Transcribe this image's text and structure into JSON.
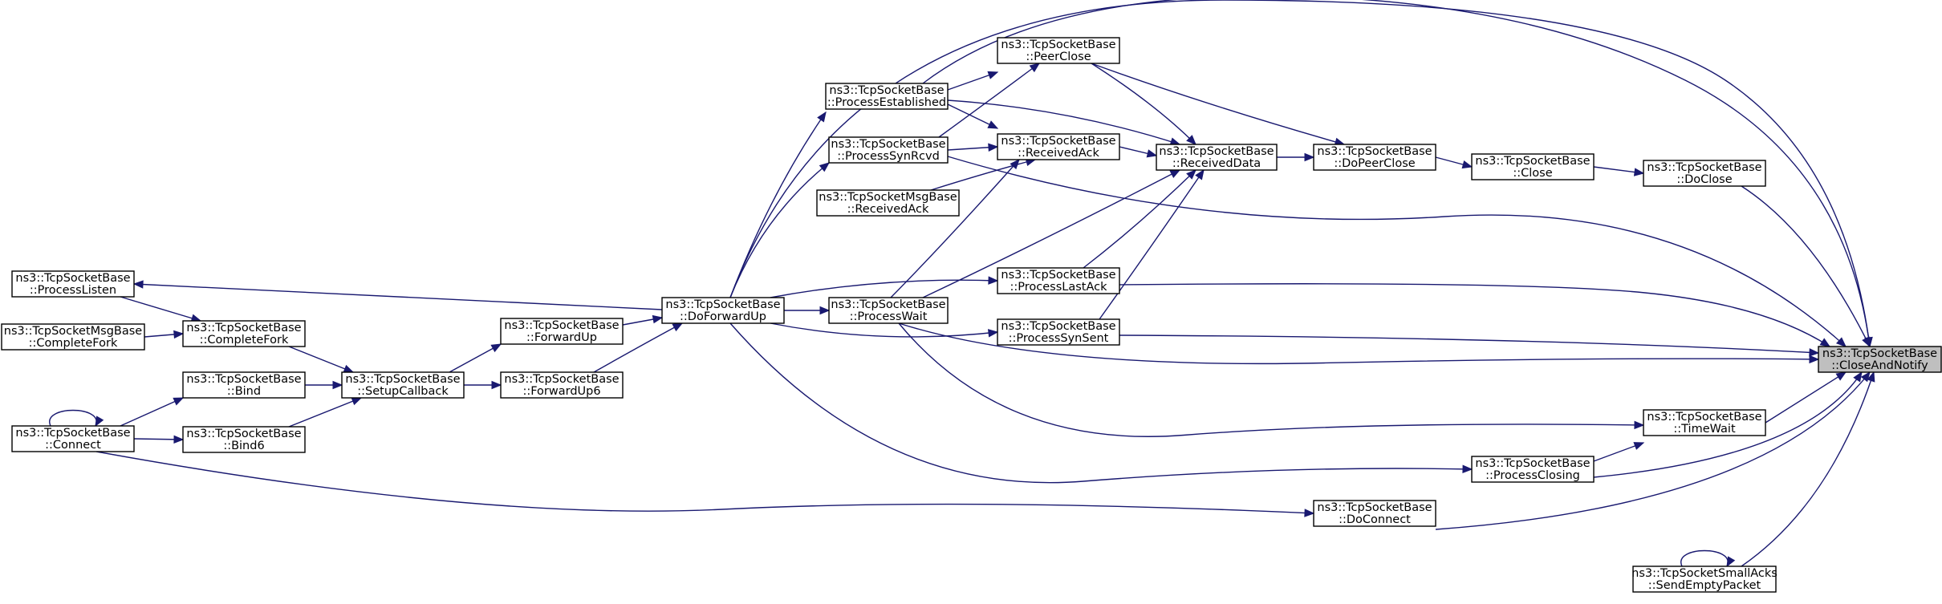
{
  "graph": {
    "nodes": [
      {
        "id": "CloseAndNotify",
        "line1": "ns3::TcpSocketBase",
        "line2": "::CloseAndNotify",
        "highlight": true
      },
      {
        "id": "DoClose",
        "line1": "ns3::TcpSocketBase",
        "line2": "::DoClose"
      },
      {
        "id": "Close",
        "line1": "ns3::TcpSocketBase",
        "line2": "::Close"
      },
      {
        "id": "DoPeerClose",
        "line1": "ns3::TcpSocketBase",
        "line2": "::DoPeerClose"
      },
      {
        "id": "ReceivedData",
        "line1": "ns3::TcpSocketBase",
        "line2": "::ReceivedData"
      },
      {
        "id": "PeerClose",
        "line1": "ns3::TcpSocketBase",
        "line2": "::PeerClose"
      },
      {
        "id": "ReceivedAck",
        "line1": "ns3::TcpSocketBase",
        "line2": "::ReceivedAck"
      },
      {
        "id": "ProcessEstablished",
        "line1": "ns3::TcpSocketBase",
        "line2": "::ProcessEstablished"
      },
      {
        "id": "ProcessSynRcvd",
        "line1": "ns3::TcpSocketBase",
        "line2": "::ProcessSynRcvd"
      },
      {
        "id": "MsgReceivedAck",
        "line1": "ns3::TcpSocketMsgBase",
        "line2": "::ReceivedAck"
      },
      {
        "id": "ProcessLastAck",
        "line1": "ns3::TcpSocketBase",
        "line2": "::ProcessLastAck"
      },
      {
        "id": "ProcessSynSent",
        "line1": "ns3::TcpSocketBase",
        "line2": "::ProcessSynSent"
      },
      {
        "id": "ProcessWait",
        "line1": "ns3::TcpSocketBase",
        "line2": "::ProcessWait"
      },
      {
        "id": "DoForwardUp",
        "line1": "ns3::TcpSocketBase",
        "line2": "::DoForwardUp"
      },
      {
        "id": "ForwardUp",
        "line1": "ns3::TcpSocketBase",
        "line2": "::ForwardUp"
      },
      {
        "id": "ForwardUp6",
        "line1": "ns3::TcpSocketBase",
        "line2": "::ForwardUp6"
      },
      {
        "id": "SetupCallback",
        "line1": "ns3::TcpSocketBase",
        "line2": "::SetupCallback"
      },
      {
        "id": "CompleteFork",
        "line1": "ns3::TcpSocketBase",
        "line2": "::CompleteFork"
      },
      {
        "id": "MsgCompleteFork",
        "line1": "ns3::TcpSocketMsgBase",
        "line2": "::CompleteFork"
      },
      {
        "id": "ProcessListen",
        "line1": "ns3::TcpSocketBase",
        "line2": "::ProcessListen"
      },
      {
        "id": "Bind",
        "line1": "ns3::TcpSocketBase",
        "line2": "::Bind"
      },
      {
        "id": "Bind6",
        "line1": "ns3::TcpSocketBase",
        "line2": "::Bind6"
      },
      {
        "id": "Connect",
        "line1": "ns3::TcpSocketBase",
        "line2": "::Connect"
      },
      {
        "id": "TimeWait",
        "line1": "ns3::TcpSocketBase",
        "line2": "::TimeWait"
      },
      {
        "id": "ProcessClosing",
        "line1": "ns3::TcpSocketBase",
        "line2": "::ProcessClosing"
      },
      {
        "id": "DoConnect",
        "line1": "ns3::TcpSocketBase",
        "line2": "::DoConnect"
      },
      {
        "id": "SendEmptyPacket",
        "line1": "ns3::TcpSocketSmallAcks",
        "line2": "::SendEmptyPacket"
      }
    ],
    "edges": [
      [
        "DoClose",
        "CloseAndNotify"
      ],
      [
        "Close",
        "DoClose"
      ],
      [
        "DoPeerClose",
        "Close"
      ],
      [
        "ReceivedData",
        "DoPeerClose"
      ],
      [
        "PeerClose",
        "DoPeerClose"
      ],
      [
        "ReceivedAck",
        "ReceivedData"
      ],
      [
        "ProcessEstablished",
        "ReceivedData"
      ],
      [
        "PeerClose",
        "ReceivedData"
      ],
      [
        "ProcessLastAck",
        "ReceivedData"
      ],
      [
        "ProcessSynSent",
        "ReceivedData"
      ],
      [
        "ProcessWait",
        "ReceivedData"
      ],
      [
        "ProcessEstablished",
        "PeerClose"
      ],
      [
        "ProcessSynRcvd",
        "PeerClose"
      ],
      [
        "ProcessEstablished",
        "ReceivedAck"
      ],
      [
        "ProcessSynRcvd",
        "ReceivedAck"
      ],
      [
        "MsgReceivedAck",
        "ReceivedAck"
      ],
      [
        "ProcessWait",
        "ReceivedAck"
      ],
      [
        "DoForwardUp",
        "ProcessEstablished"
      ],
      [
        "DoForwardUp",
        "ProcessSynRcvd"
      ],
      [
        "DoForwardUp",
        "ProcessWait"
      ],
      [
        "DoForwardUp",
        "ProcessLastAck"
      ],
      [
        "DoForwardUp",
        "ProcessSynSent"
      ],
      [
        "DoForwardUp",
        "ProcessListen"
      ],
      [
        "ForwardUp",
        "DoForwardUp"
      ],
      [
        "ForwardUp6",
        "DoForwardUp"
      ],
      [
        "SetupCallback",
        "ForwardUp"
      ],
      [
        "SetupCallback",
        "ForwardUp6"
      ],
      [
        "CompleteFork",
        "SetupCallback"
      ],
      [
        "Bind",
        "SetupCallback"
      ],
      [
        "Bind6",
        "SetupCallback"
      ],
      [
        "MsgCompleteFork",
        "CompleteFork"
      ],
      [
        "ProcessListen",
        "CompleteFork"
      ],
      [
        "Connect",
        "Bind"
      ],
      [
        "Connect",
        "Bind6"
      ],
      [
        "Connect",
        "Connect"
      ],
      [
        "PeerClose",
        "CloseAndNotify"
      ],
      [
        "ProcessEstablished",
        "CloseAndNotify"
      ],
      [
        "ProcessSynRcvd",
        "CloseAndNotify"
      ],
      [
        "ProcessLastAck",
        "CloseAndNotify"
      ],
      [
        "ProcessSynSent",
        "CloseAndNotify"
      ],
      [
        "ProcessWait",
        "CloseAndNotify"
      ],
      [
        "ProcessWait",
        "TimeWait"
      ],
      [
        "TimeWait",
        "CloseAndNotify"
      ],
      [
        "ProcessClosing",
        "TimeWait"
      ],
      [
        "DoForwardUp",
        "ProcessClosing"
      ],
      [
        "ProcessClosing",
        "CloseAndNotify"
      ],
      [
        "Connect",
        "DoConnect"
      ],
      [
        "DoConnect",
        "CloseAndNotify"
      ],
      [
        "SendEmptyPacket",
        "CloseAndNotify"
      ],
      [
        "SendEmptyPacket",
        "SendEmptyPacket"
      ]
    ]
  }
}
